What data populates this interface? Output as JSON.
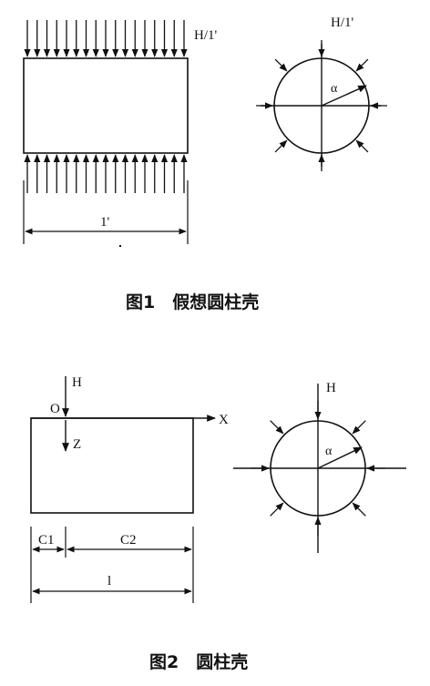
{
  "figure1": {
    "caption": "图1　假想圆柱壳",
    "load_label_left": "H/1'",
    "load_label_right": "H/1'",
    "length_label": "1'",
    "angle_label": "α"
  },
  "figure2": {
    "caption": "图2　圆柱壳",
    "force_label": "H",
    "origin_label": "O",
    "x_axis_label": "X",
    "z_axis_label": "Z",
    "c1_label": "C1",
    "c2_label": "C2",
    "length_label": "l",
    "force_label_circle": "H",
    "angle_label": "α"
  }
}
